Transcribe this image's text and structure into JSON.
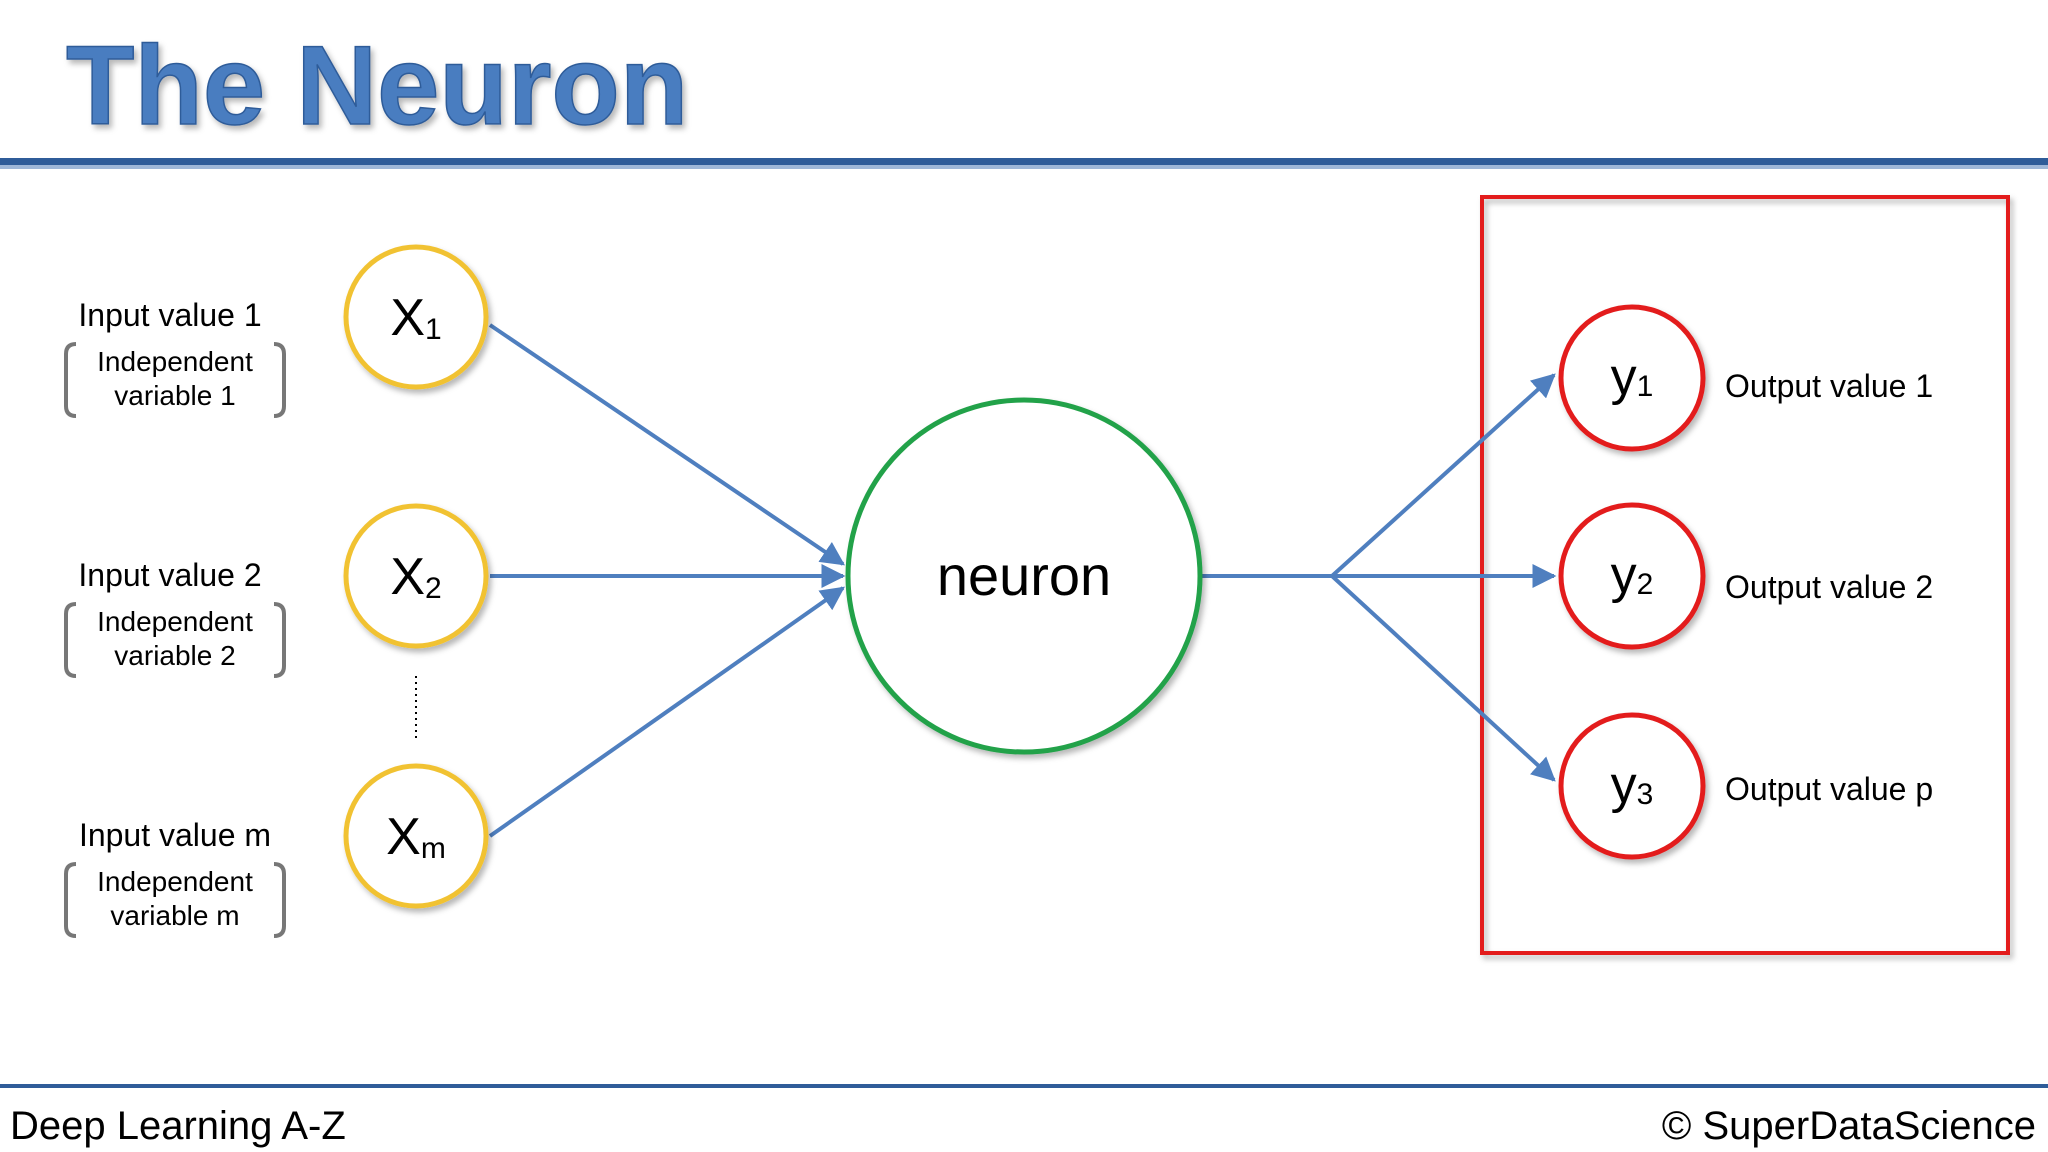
{
  "slide": {
    "title": "The Neuron",
    "footer_left": "Deep Learning A-Z",
    "footer_right": "© SuperDataScience"
  },
  "inputs": [
    {
      "label": "Input value 1",
      "sub_line1": "Independent",
      "sub_line2": "variable 1",
      "symbol": "X",
      "index": "1"
    },
    {
      "label": "Input value 2",
      "sub_line1": "Independent",
      "sub_line2": "variable 2",
      "symbol": "X",
      "index": "2"
    },
    {
      "label": "Input value m",
      "sub_line1": "Independent",
      "sub_line2": "variable m",
      "symbol": "X",
      "index": "m"
    }
  ],
  "neuron": {
    "label": "neuron"
  },
  "outputs": [
    {
      "symbol": "y",
      "index": "1",
      "label": "Output value 1"
    },
    {
      "symbol": "y",
      "index": "2",
      "label": "Output value 2"
    },
    {
      "symbol": "y",
      "index": "3",
      "label": "Output value p"
    }
  ],
  "colors": {
    "title": "#4a7dc0",
    "rule": "#2f5c99",
    "input_node": "#f1c232",
    "neuron_node": "#22a24a",
    "output_node": "#e31a1c",
    "highlight_box": "#e31a1c",
    "arrow": "#4f7fbf"
  }
}
